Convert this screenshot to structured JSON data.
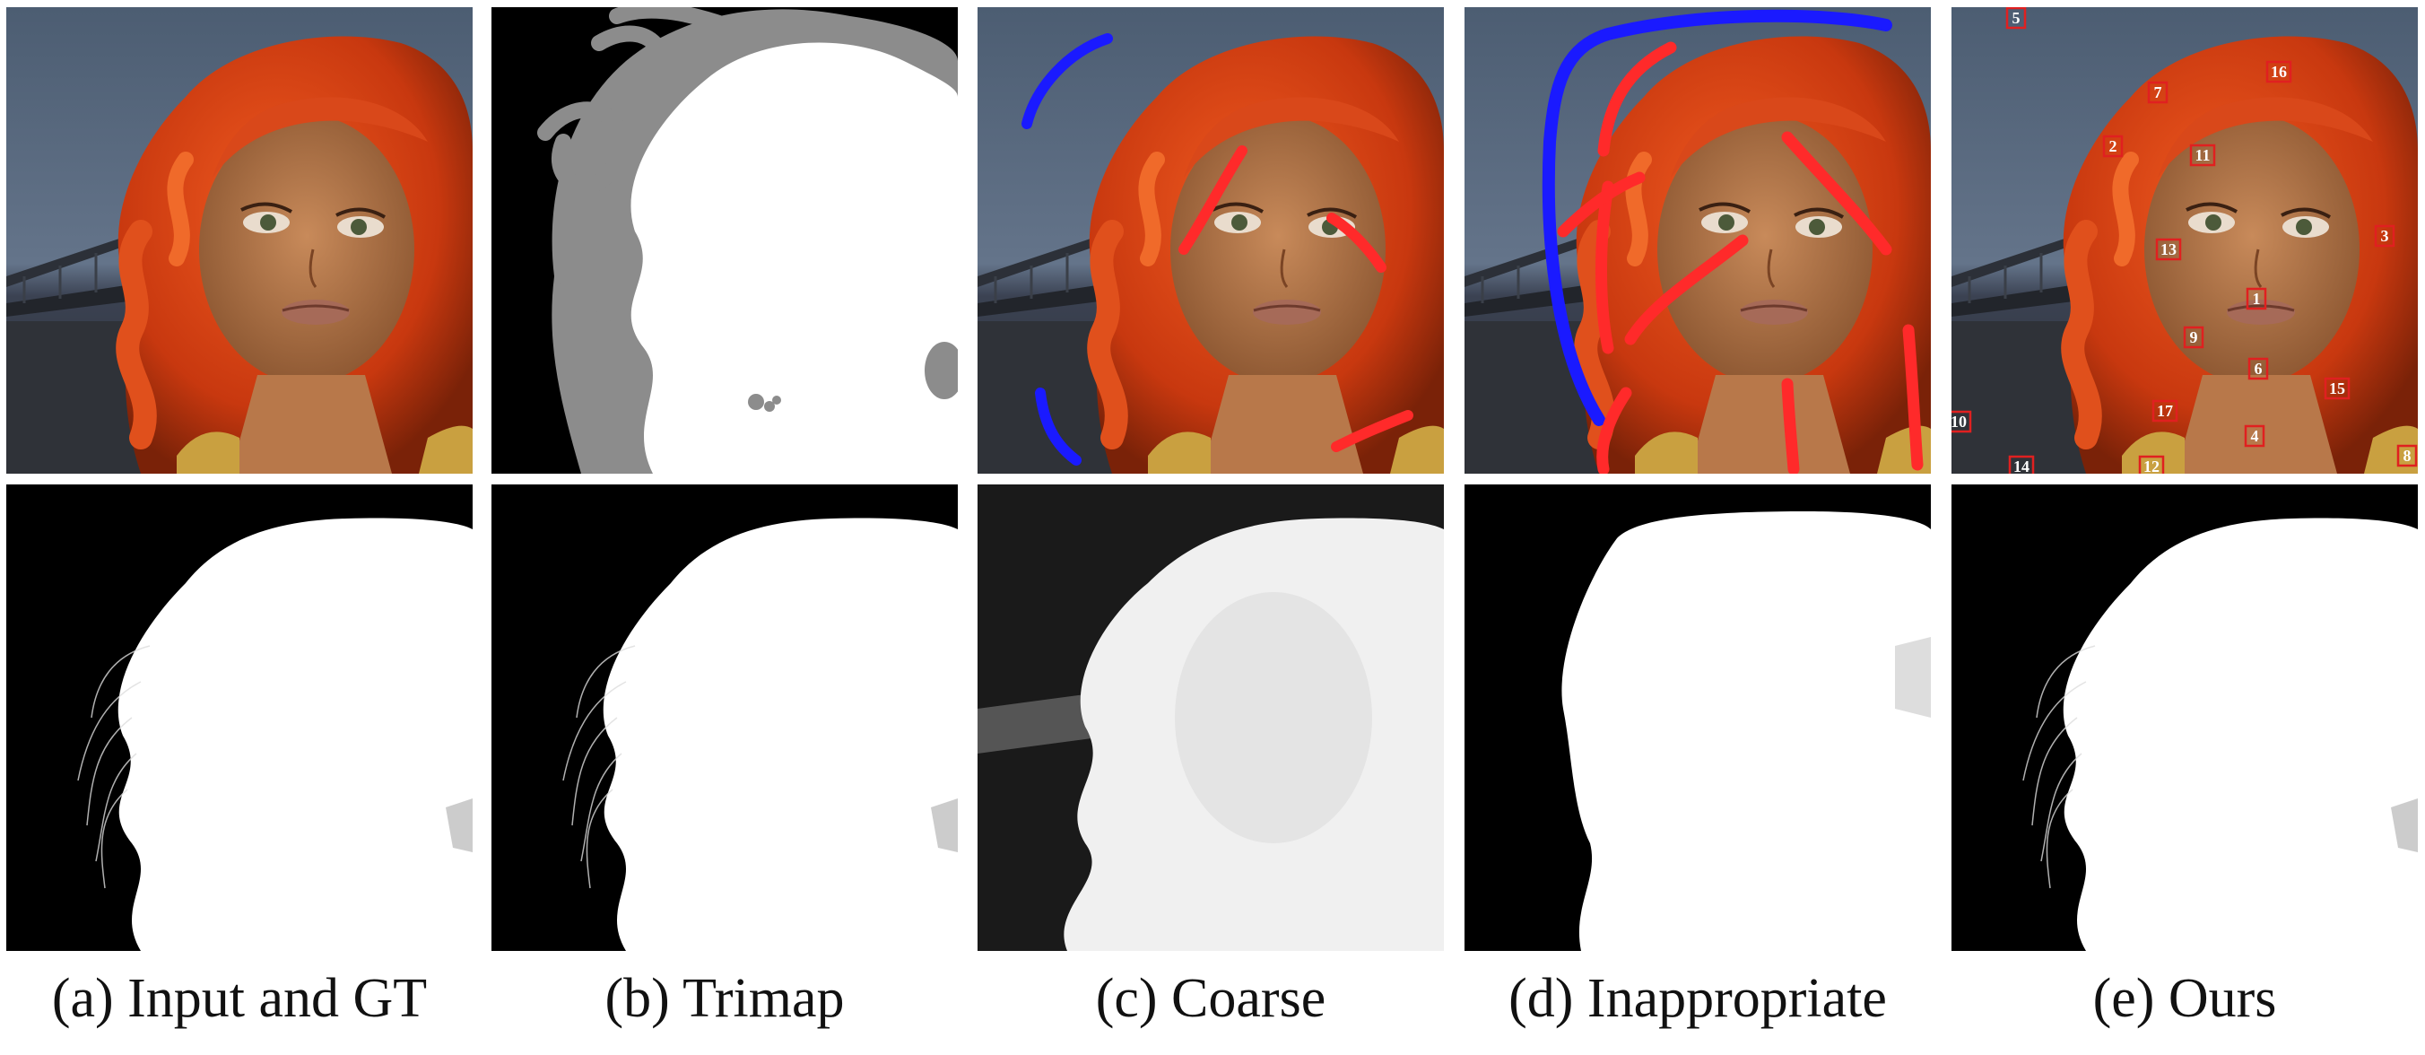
{
  "figure": {
    "captions": {
      "a": "(a) Input and GT",
      "b": "(b) Trimap",
      "c": "(c) Coarse",
      "d": "(d) Inappropriate",
      "e": "(e) Ours"
    },
    "click_labels": [
      "1",
      "2",
      "3",
      "4",
      "5",
      "6",
      "7",
      "8",
      "9",
      "10",
      "11",
      "12",
      "13",
      "14",
      "15",
      "16",
      "17"
    ]
  },
  "colors": {
    "background_stroke": "#1a1aff",
    "foreground_stroke": "#ff2a2a",
    "click_box": "#e02020",
    "trimap_unknown": "#8c8c8c"
  }
}
